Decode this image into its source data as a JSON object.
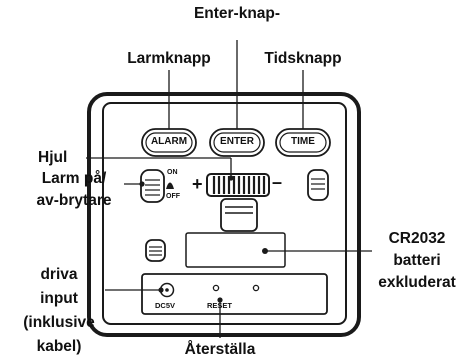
{
  "callouts": {
    "enter_button": "Enter-knap-",
    "alarm_button": "Larmknapp",
    "time_button": "Tidsknapp",
    "wheel": "Hjul",
    "alarm_switch": [
      "Larm på/",
      "av-brytare"
    ],
    "battery": [
      "CR2032",
      "batteri",
      "exkluderat"
    ],
    "power_input": [
      "driva",
      "input",
      "(inklusive",
      "kabel)"
    ],
    "reset": "Återställa"
  },
  "device": {
    "buttons": {
      "alarm": "ALARM",
      "enter": "ENTER",
      "time": "TIME"
    },
    "switch": {
      "on": "ON",
      "off": "OFF"
    },
    "wheel": {
      "plus": "+",
      "minus": "–"
    },
    "ports": {
      "dc": "DC5V",
      "reset": "RESET"
    }
  },
  "colors": {
    "ink": "#111111",
    "panel": "#ffffff",
    "outline": "#1a1a1a"
  }
}
